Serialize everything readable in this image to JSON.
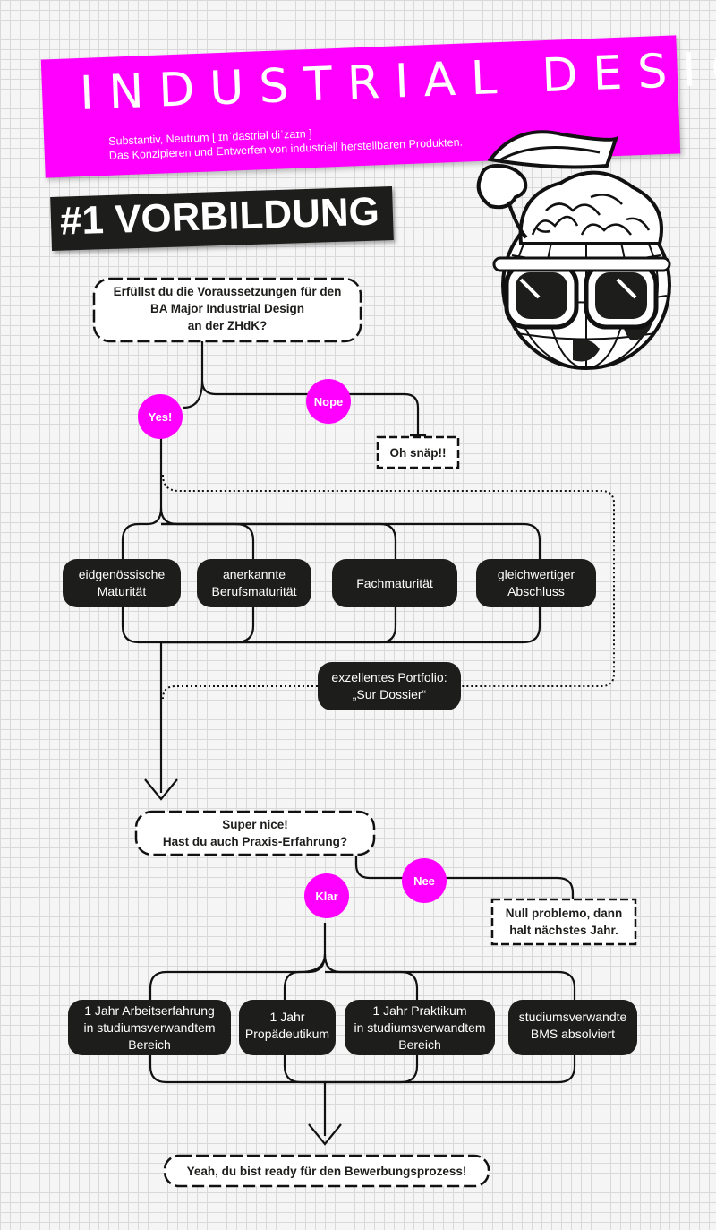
{
  "header": {
    "title": "INDUSTRIAL DESIGN",
    "definition_line1": "Substantiv, Neutrum [ ɪnˈdastriəl diˈzaɪn ]",
    "definition_line2": "Das Konzipieren und Entwerfen von industriell herstellbaren Produkten."
  },
  "section_title": "#1 VORBILDUNG",
  "flow": {
    "question1": {
      "line1": "Erfüllst du die Voraussetzungen für den",
      "line2": "BA Major Industrial Design",
      "line3": "an der ZHdK?"
    },
    "yes_label": "Yes!",
    "no_label": "Nope",
    "no_result": "Oh snäp!!",
    "options1": [
      {
        "line1": "eidgenössische",
        "line2": "Maturität"
      },
      {
        "line1": "anerkannte",
        "line2": "Berufsmaturität"
      },
      {
        "line1": "Fachmaturität",
        "line2": ""
      },
      {
        "line1": "gleichwertiger",
        "line2": "Abschluss"
      }
    ],
    "portfolio": {
      "line1": "exzellentes Portfolio:",
      "line2": "„Sur Dossier“"
    },
    "question2": {
      "line1": "Super nice!",
      "line2": "Hast du auch Praxis-Erfahrung?"
    },
    "klar_label": "Klar",
    "nee_label": "Nee",
    "nee_result": {
      "line1": "Null problemo, dann",
      "line2": "halt nächstes Jahr."
    },
    "options2": [
      {
        "line1": "1 Jahr Arbeitserfahrung",
        "line2": "in studiumsverwandtem",
        "line3": "Bereich"
      },
      {
        "line1": "1 Jahr",
        "line2": "Propädeutikum",
        "line3": ""
      },
      {
        "line1": "1 Jahr Praktikum",
        "line2": "in studiumsverwandtem",
        "line3": "Bereich"
      },
      {
        "line1": "studiumsverwandte",
        "line2": "BMS absolviert",
        "line3": ""
      }
    ],
    "final": "Yeah, du bist ready für den Bewerbungsprozess!"
  },
  "colors": {
    "accent": "#ff00ff",
    "dark": "#1d1d1b",
    "grid": "#d9d9d9"
  },
  "illustration": "brain-globe-mascot-icon"
}
